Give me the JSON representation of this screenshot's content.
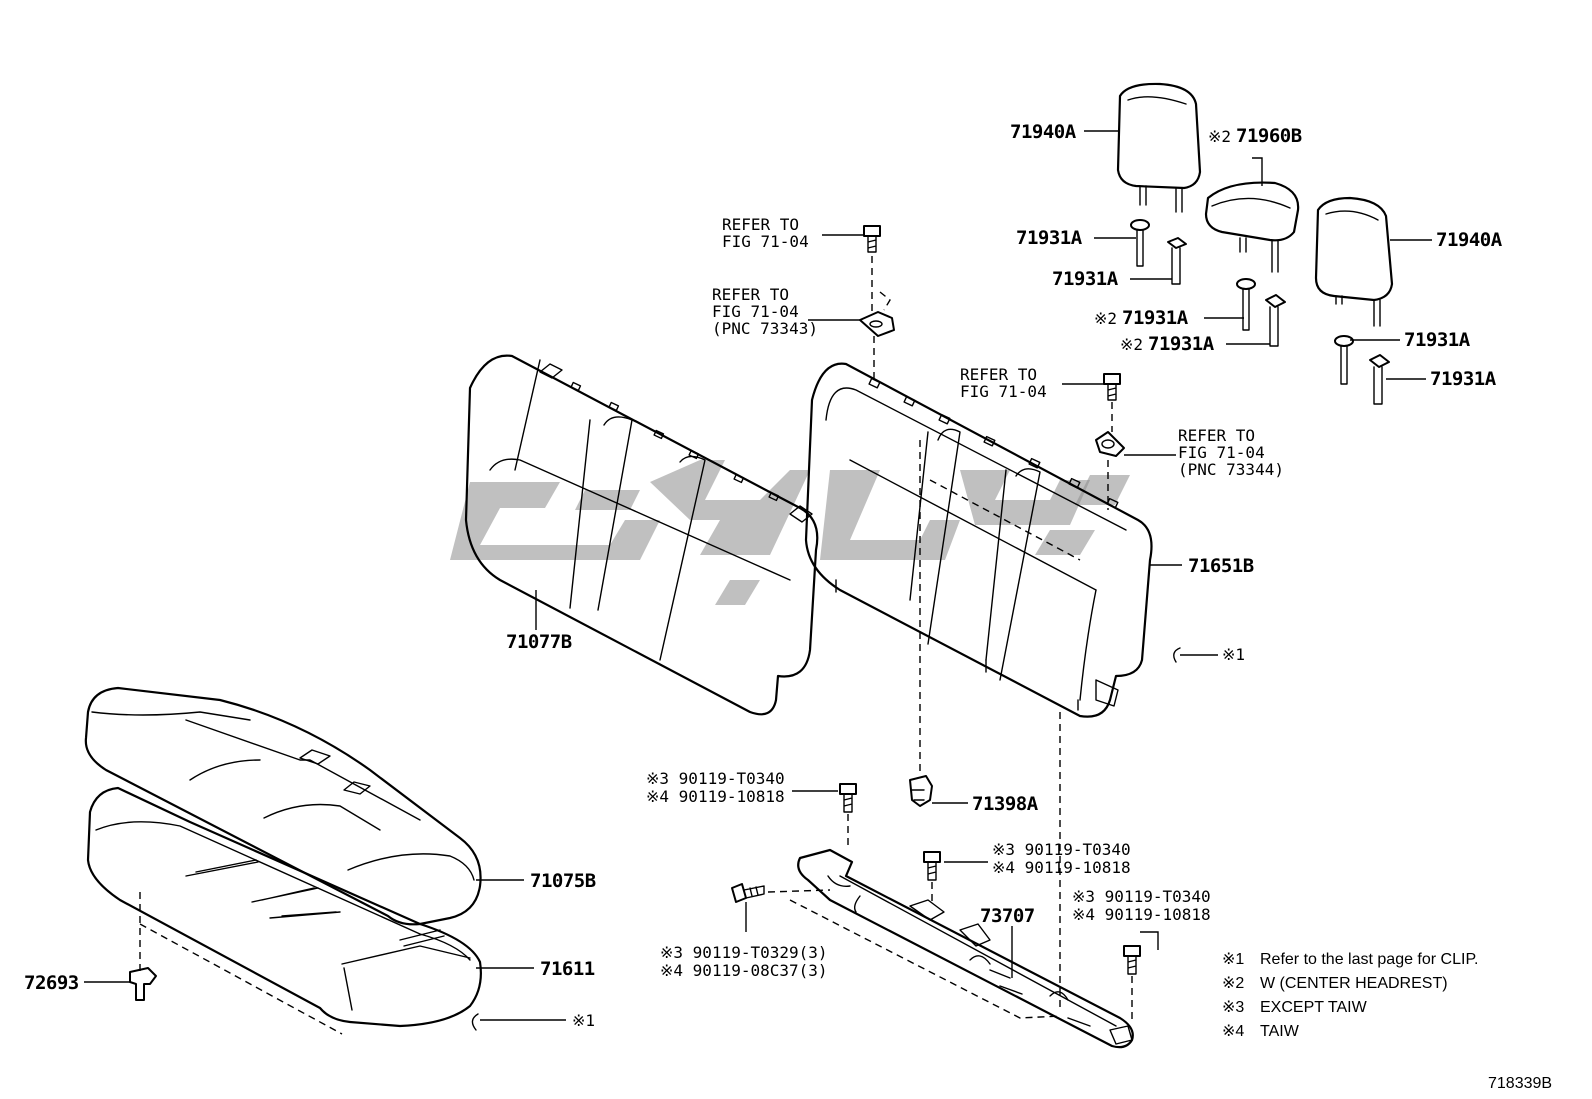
{
  "diagram_id": "718339B",
  "parts": {
    "headrest_left": "71940A",
    "headrest_center": "71960B",
    "headrest_center_note": "※2",
    "headrest_right": "71940A",
    "support_1": "71931A",
    "support_2": "71931A",
    "support_3": "71931A",
    "support_3_note": "※2",
    "support_4": "71931A",
    "support_4_note": "※2",
    "support_5": "71931A",
    "support_6": "71931A",
    "seatback_cover": "71077B",
    "seatback_frame": "71651B",
    "seatback_clip_note": "※1",
    "hook": "71398A",
    "cushion_cover": "71075B",
    "cushion_pad": "71611",
    "cushion_clip_note": "※1",
    "clip_72693": "72693",
    "lock_striker": "73707"
  },
  "references": {
    "ref_top_line1": "REFER TO",
    "ref_top_line2": "FIG 71-04",
    "ref_mid_line1": "REFER TO",
    "ref_mid_line2": "FIG 71-04",
    "ref_mid_line3": "(PNC 73343)",
    "ref_right_line1": "REFER TO",
    "ref_right_line2": "FIG 71-04",
    "ref_hook_line1": "REFER TO",
    "ref_hook_line2": "FIG 71-04",
    "ref_hook_line3": "(PNC 73344)"
  },
  "bolts": {
    "bolt_a_line1": "※3 90119-T0340",
    "bolt_a_line2": "※4 90119-10818",
    "bolt_b_line1": "※3 90119-T0340",
    "bolt_b_line2": "※4 90119-10818",
    "bolt_c_line1": "※3 90119-T0340",
    "bolt_c_line2": "※4 90119-10818",
    "bolt_d_line1": "※3 90119-T0329(3)",
    "bolt_d_line2": "※4 90119-08C37(3)"
  },
  "legend": {
    "note1_mark": "※1",
    "note1_text": "Refer to the last page for CLIP.",
    "note2_mark": "※2",
    "note2_text": "W (CENTER  HEADREST)",
    "note3_mark": "※3",
    "note3_text": "EXCEPT TAIW",
    "note4_mark": "※4",
    "note4_text": "TAIW"
  },
  "colors": {
    "line": "#000000",
    "watermark": "#8c8c8c",
    "background": "#ffffff"
  }
}
